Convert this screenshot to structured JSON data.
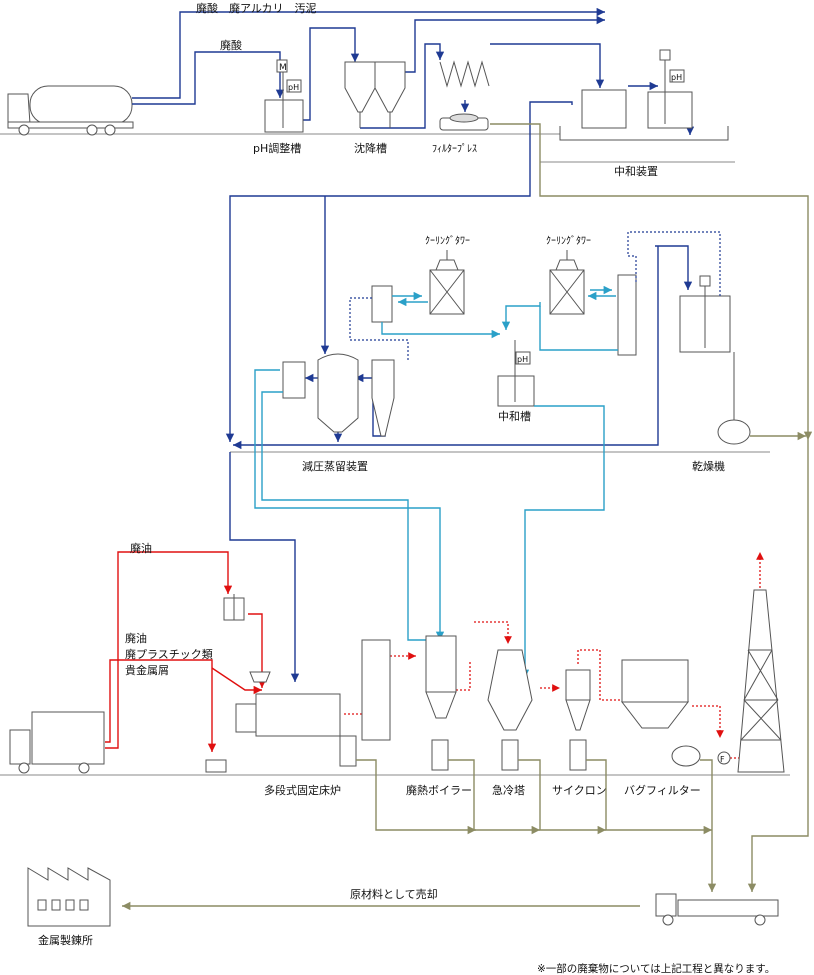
{
  "colors": {
    "blue": "#1f3a93",
    "red": "#e01010",
    "cyan": "#2aa0c8",
    "olive": "#8c8c64",
    "gray": "#555555"
  },
  "labels": {
    "top_acid_alkali_sludge": "廃酸　廃アルカリ　汚泥",
    "top_acid": "廃酸",
    "ph_tank": "pH調整槽",
    "settling_tank": "沈降槽",
    "filter_press": "ﾌｨﾙﾀｰﾌﾟﾚｽ",
    "neutralizer": "中和装置",
    "cooling_tower_1": "ｸｰﾘﾝｸﾞﾀﾜｰ",
    "cooling_tower_2": "ｸｰﾘﾝｸﾞﾀﾜｰ",
    "neutral_tank": "中和槽",
    "vacuum_distill": "減圧蒸留装置",
    "dryer": "乾燥機",
    "waste_oil": "廃油",
    "waste_oil_2": "廃油",
    "waste_plastic": "廃プラスチック類",
    "precious_metal": "貴金属屑",
    "furnace": "多段式固定床炉",
    "boiler": "廃熱ボイラー",
    "quench": "急冷塔",
    "cyclone": "サイクロン",
    "bag_filter": "バグフィルター",
    "sold": "原材料として売却",
    "smelter": "金属製錬所",
    "note": "※一部の廃棄物については上記工程と異なります。",
    "tag_m": "M",
    "tag_ph1": "pH",
    "tag_ph2": "pH",
    "tag_ph3": "pH",
    "tag_f": "F"
  }
}
